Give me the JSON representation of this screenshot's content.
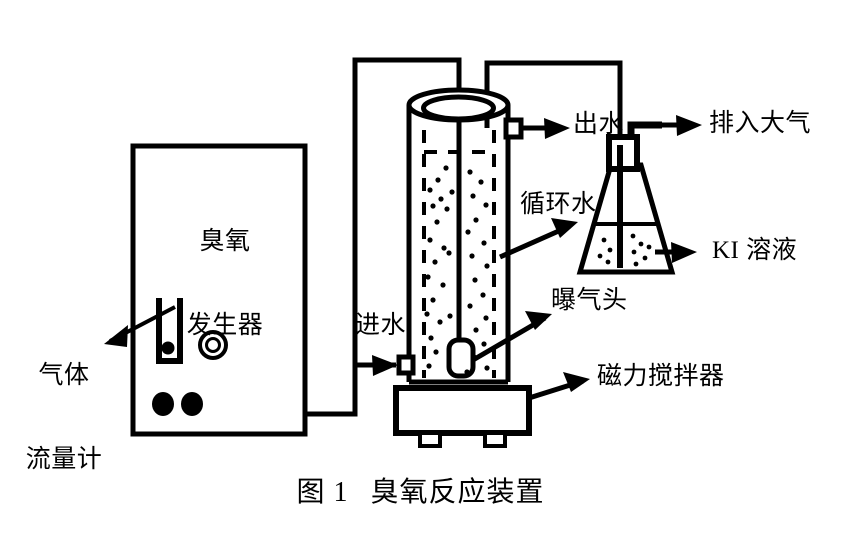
{
  "figure": {
    "caption_number": "图 1",
    "caption_title": "臭氧反应装置",
    "caption_full": "图 1  臭氧反应装置"
  },
  "colors": {
    "stroke": "#000000",
    "background": "#ffffff",
    "text": "#000000"
  },
  "labels": {
    "ozone_generator_line1": "臭氧",
    "ozone_generator_line2": "发生器",
    "gas_flow_meter_line1": "气体",
    "gas_flow_meter_line2": "流量计",
    "water_inlet": "进水",
    "water_outlet": "出水",
    "circulating_water": "循环水",
    "aeration_head": "曝气头",
    "magnetic_stirrer": "磁力搅拌器",
    "exhaust_to_atmosphere": "排入大气",
    "ki_solution": "KI 溶液"
  },
  "components": [
    {
      "name": "ozone-generator-cabinet",
      "label": "臭氧发生器"
    },
    {
      "name": "gas-flow-meter",
      "label": "气体流量计"
    },
    {
      "name": "generator-knob",
      "label": ""
    },
    {
      "name": "generator-button-left",
      "label": ""
    },
    {
      "name": "generator-button-right",
      "label": ""
    },
    {
      "name": "reaction-column",
      "label": ""
    },
    {
      "name": "column-inner-liner",
      "label": ""
    },
    {
      "name": "bubbles",
      "label": ""
    },
    {
      "name": "aeration-head",
      "label": "曝气头"
    },
    {
      "name": "water-inlet-port",
      "label": "进水"
    },
    {
      "name": "water-outlet-port",
      "label": "出水"
    },
    {
      "name": "magnetic-stirrer",
      "label": "磁力搅拌器"
    },
    {
      "name": "ki-flask",
      "label": "KI 溶液"
    },
    {
      "name": "flask-stopper",
      "label": ""
    },
    {
      "name": "exhaust-elbow-tube",
      "label": "排入大气"
    },
    {
      "name": "gas-pipeline",
      "label": ""
    },
    {
      "name": "circulating-water-pipeline",
      "label": "循环水"
    }
  ]
}
